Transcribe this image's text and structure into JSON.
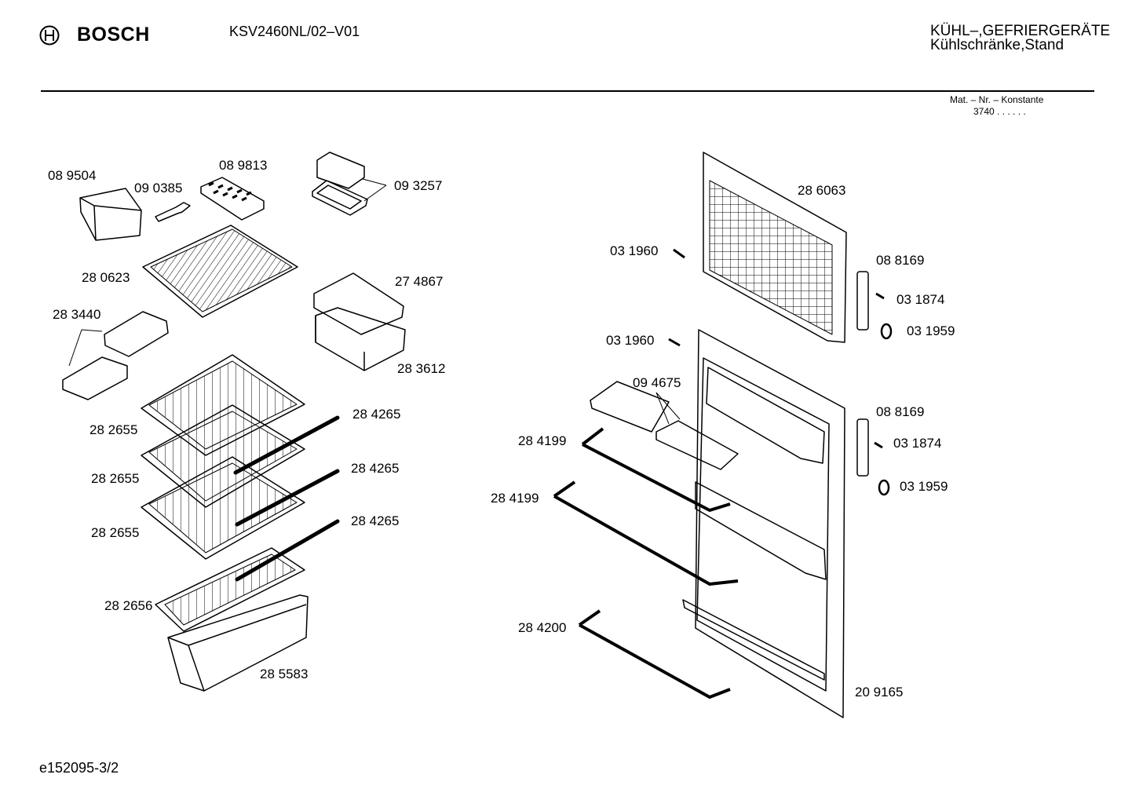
{
  "header": {
    "brand": "BOSCH",
    "model": "KSV2460NL/02–V01",
    "category_line1": "KÜHL–,GEFRIERGERÄTE",
    "category_line2": "Kühlschränke,Stand",
    "mat_nr_label": "Mat. – Nr. – Konstante",
    "mat_nr_value": "3740  .  .   .  .  .  ."
  },
  "footer": {
    "doc_id": "e152095-3/2"
  },
  "parts": [
    {
      "id": "p1",
      "label": "08 9504"
    },
    {
      "id": "p2",
      "label": "09 0385"
    },
    {
      "id": "p3",
      "label": "08 9813"
    },
    {
      "id": "p4",
      "label": "09 3257"
    },
    {
      "id": "p5",
      "label": "28 0623"
    },
    {
      "id": "p6",
      "label": "27 4867"
    },
    {
      "id": "p7",
      "label": "28 3440"
    },
    {
      "id": "p8",
      "label": "28 3612"
    },
    {
      "id": "p9",
      "label": "28 2655"
    },
    {
      "id": "p10",
      "label": "28 4265"
    },
    {
      "id": "p11",
      "label": "28 2655"
    },
    {
      "id": "p12",
      "label": "28 4265"
    },
    {
      "id": "p13",
      "label": "28 2655"
    },
    {
      "id": "p14",
      "label": "28 4265"
    },
    {
      "id": "p15",
      "label": "28 2656"
    },
    {
      "id": "p16",
      "label": "28 5583"
    },
    {
      "id": "p17",
      "label": "28 6063"
    },
    {
      "id": "p18",
      "label": "03 1960"
    },
    {
      "id": "p19",
      "label": "08 8169"
    },
    {
      "id": "p20",
      "label": "03 1874"
    },
    {
      "id": "p21",
      "label": "03 1959"
    },
    {
      "id": "p22",
      "label": "03 1960"
    },
    {
      "id": "p23",
      "label": "09 4675"
    },
    {
      "id": "p24",
      "label": "08 8169"
    },
    {
      "id": "p25",
      "label": "28 4199"
    },
    {
      "id": "p26",
      "label": "03 1874"
    },
    {
      "id": "p27",
      "label": "03 1959"
    },
    {
      "id": "p28",
      "label": "28 4199"
    },
    {
      "id": "p29",
      "label": "28 4200"
    },
    {
      "id": "p30",
      "label": "20 9165"
    }
  ]
}
